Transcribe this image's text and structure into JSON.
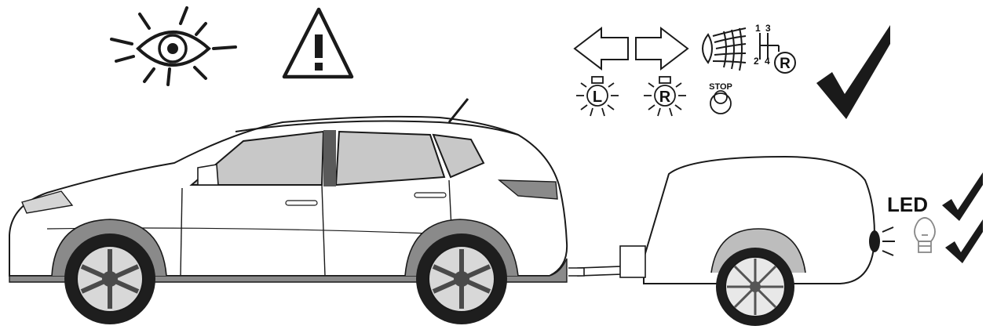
{
  "icons": {
    "eye": "eye-warning-icon",
    "warning": "warning-triangle-icon",
    "turn_left": "left-arrow-icon",
    "turn_right": "right-arrow-icon",
    "fog": "fog-light-icon",
    "gear": "gear-shift-icon",
    "lamp_left": "left-lamp-icon",
    "lamp_right": "right-lamp-icon",
    "stop": "stop-lamp-icon",
    "check": "check-mark-icon",
    "bulb": "bulb-icon"
  },
  "gear_labels": {
    "g1": "1",
    "g3": "3",
    "g2": "2",
    "g4": "4",
    "reverse": "R"
  },
  "lamp_labels": {
    "left": "L",
    "right": "R"
  },
  "stop_label": "STOP",
  "led_label": "LED",
  "colors": {
    "stroke": "#1a1a1a",
    "glass": "#c8c8c8",
    "tire": "#1e1e1e",
    "trim": "#8a8a8a"
  }
}
